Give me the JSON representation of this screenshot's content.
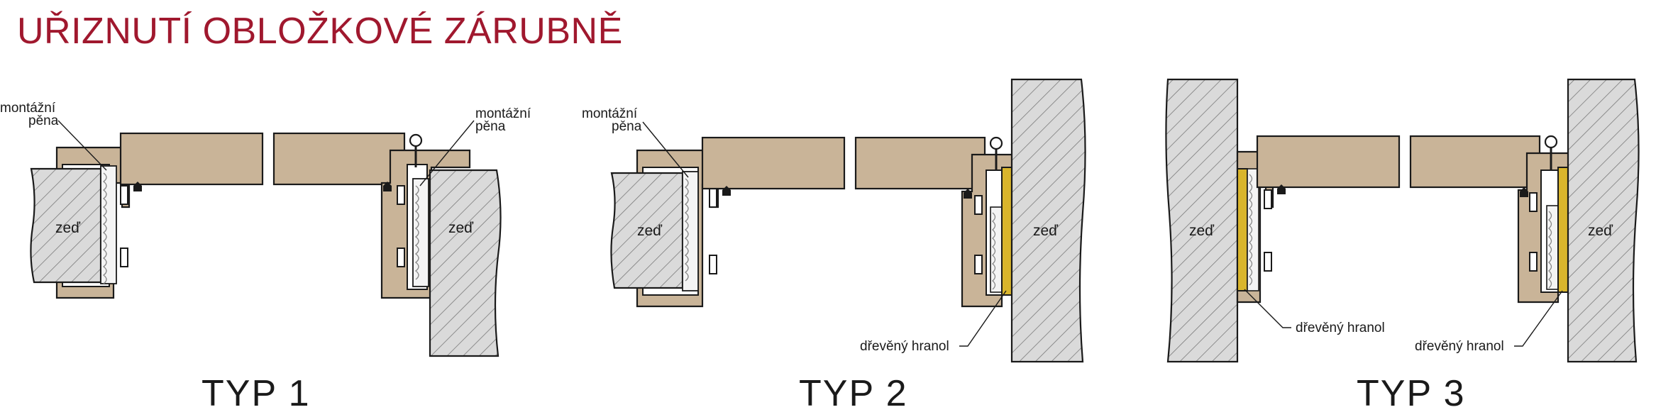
{
  "title": "UŘIZNUTÍ OBLOŽKOVÉ ZÁRUBNĚ",
  "labels": {
    "foam_line1": "montážní",
    "foam_line2": "pěna",
    "wall": "zeď",
    "wood_block": "dřevěný hranol"
  },
  "types": [
    "TYP 1",
    "TYP 2",
    "TYP 3"
  ],
  "colors": {
    "title": "#a0182e",
    "wood": "#c9b498",
    "wall": "#dadada",
    "block": "#d9b52c",
    "outline": "#1a1a1a"
  }
}
